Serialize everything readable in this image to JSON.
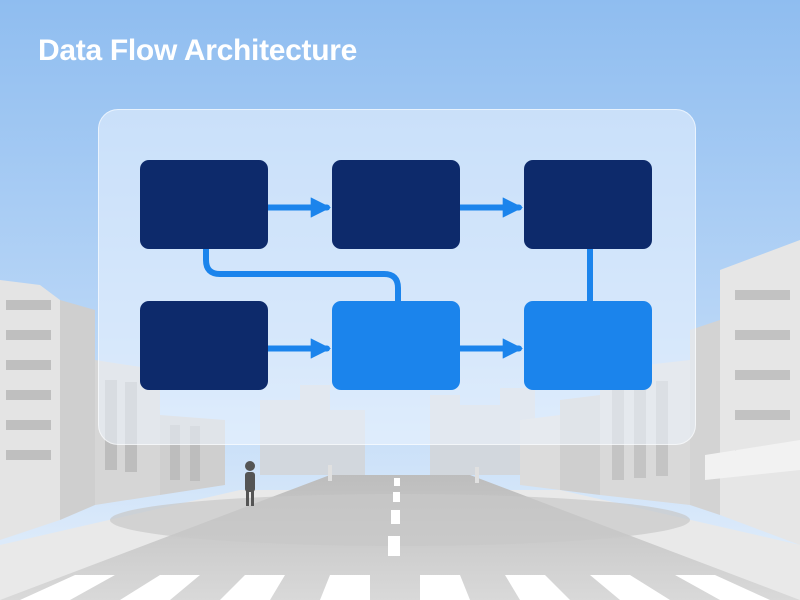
{
  "title": "Data Flow Architecture",
  "colors": {
    "title": "#ffffff",
    "sky_top": "#8fbdf0",
    "sky_bottom": "#dcebfb",
    "node_dark": "#0d2a6b",
    "node_light": "#1b84ec",
    "connector": "#1b84ec",
    "panel": "#eef6ff"
  },
  "nodes": [
    {
      "id": "node-row1-col1",
      "tone": "dark",
      "label": ""
    },
    {
      "id": "node-row1-col2",
      "tone": "dark",
      "label": ""
    },
    {
      "id": "node-row1-col3",
      "tone": "dark",
      "label": ""
    },
    {
      "id": "node-row2-col1",
      "tone": "dark",
      "label": ""
    },
    {
      "id": "node-row2-col2",
      "tone": "light",
      "label": ""
    },
    {
      "id": "node-row2-col3",
      "tone": "light",
      "label": ""
    }
  ],
  "edges": [
    {
      "from": "node-row1-col1",
      "to": "node-row1-col2",
      "arrow": true
    },
    {
      "from": "node-row1-col2",
      "to": "node-row1-col3",
      "arrow": true
    },
    {
      "from": "node-row2-col1",
      "to": "node-row2-col2",
      "arrow": true
    },
    {
      "from": "node-row2-col2",
      "to": "node-row2-col3",
      "arrow": true
    },
    {
      "from": "node-row1-col1",
      "to": "node-row2-col2",
      "arrow": false
    },
    {
      "from": "node-row1-col3",
      "to": "node-row2-col3",
      "arrow": false
    }
  ]
}
